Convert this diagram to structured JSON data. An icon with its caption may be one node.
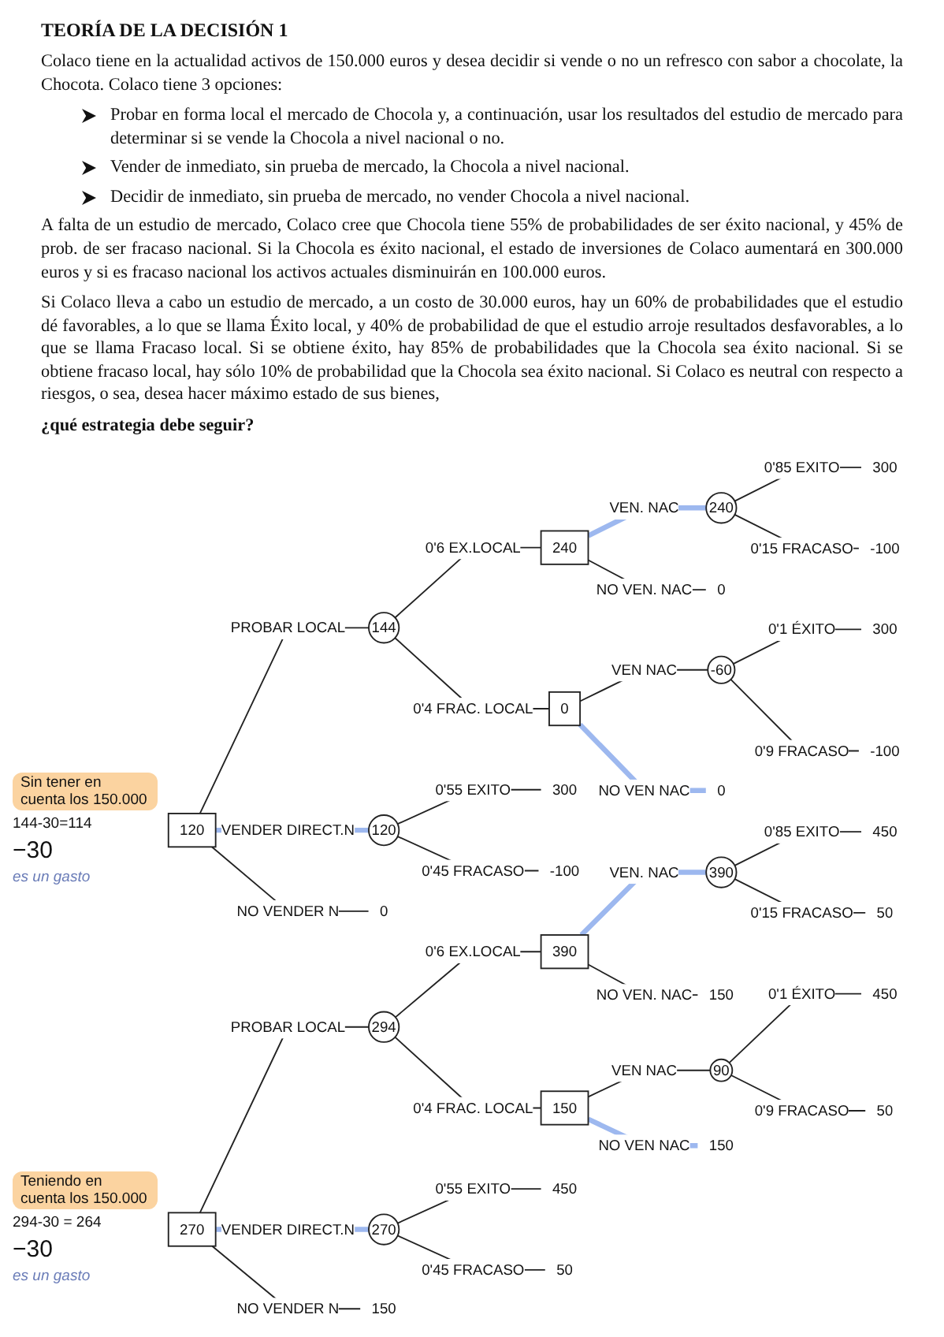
{
  "diagram": {
    "title": "TEORÍA DE LA DECISIÓN 1",
    "nodes": [
      {
        "text": [
          "120"
        ]
      },
      {
        "text": [
          "144"
        ]
      },
      {
        "text": [
          "240"
        ]
      },
      {
        "text": [
          "240"
        ]
      },
      {
        "text": [
          "300"
        ]
      },
      {
        "text": [
          "-100"
        ]
      },
      {
        "text": [
          "0"
        ]
      },
      {
        "text": [
          "0"
        ]
      },
      {
        "text": [
          "-60"
        ]
      },
      {
        "text": [
          "300"
        ]
      },
      {
        "text": [
          "-100"
        ]
      },
      {
        "text": [
          "0"
        ]
      },
      {
        "text": [
          "120"
        ]
      },
      {
        "text": [
          "300"
        ]
      },
      {
        "text": [
          "-100"
        ]
      },
      {
        "text": [
          "0"
        ]
      },
      {
        "text": [
          "270"
        ]
      },
      {
        "text": [
          "294"
        ]
      },
      {
        "text": [
          "390"
        ]
      },
      {
        "text": [
          "390"
        ]
      },
      {
        "text": [
          "450"
        ]
      },
      {
        "text": [
          "50"
        ]
      },
      {
        "text": [
          "150"
        ]
      },
      {
        "text": [
          "150"
        ]
      },
      {
        "text": [
          "90"
        ]
      },
      {
        "text": [
          "450"
        ]
      },
      {
        "text": [
          "50"
        ]
      },
      {
        "text": [
          "150"
        ]
      },
      {
        "text": [
          "270"
        ]
      },
      {
        "text": [
          "450"
        ]
      },
      {
        "text": [
          "50"
        ]
      },
      {
        "text": [
          "150"
        ]
      }
    ],
    "edges": [
      {
        "from": 0,
        "to": 1,
        "arrow": "none",
        "label": "PROBAR LOCAL"
      },
      {
        "from": 1,
        "to": 2,
        "arrow": "none",
        "label": "0'6 EX.LOCAL"
      },
      {
        "from": 2,
        "to": 3,
        "arrow": "none",
        "label": "VEN. NAC",
        "style": "thick",
        "color": "#9db8ef"
      },
      {
        "from": 3,
        "to": 4,
        "arrow": "none",
        "label": "0'85 EXITO"
      },
      {
        "from": 3,
        "to": 5,
        "arrow": "none",
        "label": "0'15 FRACASO"
      },
      {
        "from": 2,
        "to": 6,
        "arrow": "none",
        "label": "NO VEN. NAC"
      },
      {
        "from": 1,
        "to": 7,
        "arrow": "none",
        "label": "0'4 FRAC. LOCAL"
      },
      {
        "from": 7,
        "to": 8,
        "arrow": "none",
        "label": "VEN NAC"
      },
      {
        "from": 8,
        "to": 9,
        "arrow": "none",
        "label": "0'1 ÉXITO"
      },
      {
        "from": 8,
        "to": 10,
        "arrow": "none",
        "label": "0'9 FRACASO"
      },
      {
        "from": 7,
        "to": 11,
        "arrow": "none",
        "label": "NO VEN NAC",
        "style": "thick",
        "color": "#9db8ef"
      },
      {
        "from": 0,
        "to": 12,
        "arrow": "none",
        "label": "VENDER DIRECT.N",
        "style": "thick",
        "color": "#9db8ef"
      },
      {
        "from": 12,
        "to": 13,
        "arrow": "none",
        "label": "0'55 EXITO"
      },
      {
        "from": 12,
        "to": 14,
        "arrow": "none",
        "label": "0'45 FRACASO"
      },
      {
        "from": 0,
        "to": 15,
        "arrow": "none",
        "label": "NO VENDER N"
      },
      {
        "from": 16,
        "to": 17,
        "arrow": "none",
        "label": "PROBAR LOCAL"
      },
      {
        "from": 17,
        "to": 18,
        "arrow": "none",
        "label": "0'6 EX.LOCAL"
      },
      {
        "from": 18,
        "to": 19,
        "arrow": "none",
        "label": "VEN. NAC",
        "style": "thick",
        "color": "#9db8ef"
      },
      {
        "from": 19,
        "to": 20,
        "arrow": "none",
        "label": "0'85 EXITO"
      },
      {
        "from": 19,
        "to": 21,
        "arrow": "none",
        "label": "0'15 FRACASO"
      },
      {
        "from": 18,
        "to": 22,
        "arrow": "none",
        "label": "NO VEN. NAC"
      },
      {
        "from": 17,
        "to": 23,
        "arrow": "none",
        "label": "0'4 FRAC. LOCAL"
      },
      {
        "from": 23,
        "to": 24,
        "arrow": "none",
        "label": "VEN NAC"
      },
      {
        "from": 24,
        "to": 25,
        "arrow": "none",
        "label": "0'1 ÉXITO"
      },
      {
        "from": 24,
        "to": 26,
        "arrow": "none",
        "label": "0'9 FRACASO"
      },
      {
        "from": 23,
        "to": 27,
        "arrow": "none",
        "label": "NO VEN NAC",
        "style": "thick",
        "color": "#9db8ef"
      },
      {
        "from": 16,
        "to": 28,
        "arrow": "none",
        "label": "VENDER DIRECT.N",
        "style": "thick",
        "color": "#9db8ef"
      },
      {
        "from": 28,
        "to": 29,
        "arrow": "none",
        "label": "0'55 EXITO"
      },
      {
        "from": 28,
        "to": 30,
        "arrow": "none",
        "label": "0'45 FRACASO"
      },
      {
        "from": 16,
        "to": 31,
        "arrow": "none",
        "label": "NO VENDER N"
      }
    ],
    "labels": [
      "Colaco tiene en la actualidad activos de 150.000 euros y desea decidir si vende o no un refresco con sabor a chocolate, la Chocota. Colaco tiene 3 opciones:",
      "Probar en forma local el mercado de Chocola y, a continuación, usar los resultados del estudio de mercado para determinar si se vende la Chocola a nivel nacional o no.",
      "Vender de inmediato, sin prueba de mercado, la Chocola a nivel nacional.",
      "Decidir de inmediato, sin prueba de mercado, no vender Chocola a nivel nacional.",
      "A falta de un estudio de mercado, Colaco cree que Chocola tiene 55% de probabilidades de ser éxito nacional, y 45% de prob. de ser fracaso nacional. Si la Chocola es éxito nacional, el estado de inversiones de Colaco aumentará en 300.000 euros y si es fracaso nacional los activos actuales disminuirán en 100.000 euros.",
      "Si Colaco lleva a cabo un estudio de mercado, a un costo de 30.000 euros, hay un 60% de probabilidades que el estudio dé favorables, a lo que se llama Éxito local, y 40% de probabilidad de que el estudio arroje resultados desfavorables, a lo que se llama Fracaso local. Si se obtiene éxito, hay 85% de probabilidades que la Chocola sea éxito nacional. Si se obtiene fracaso local, hay sólo 10% de probabilidad que la Chocola sea éxito nacional. Si Colaco es neutral con respecto a riesgos, o sea, desea hacer máximo estado de sus bienes,",
      "¿qué estrategia debe seguir?",
      "Sin tener en cuenta los 150.000",
      "144-30=114",
      "−30",
      "es un gasto",
      "Teniendo en cuenta los 150.000",
      "294-30 = 264",
      "−30",
      "es un gasto"
    ]
  }
}
